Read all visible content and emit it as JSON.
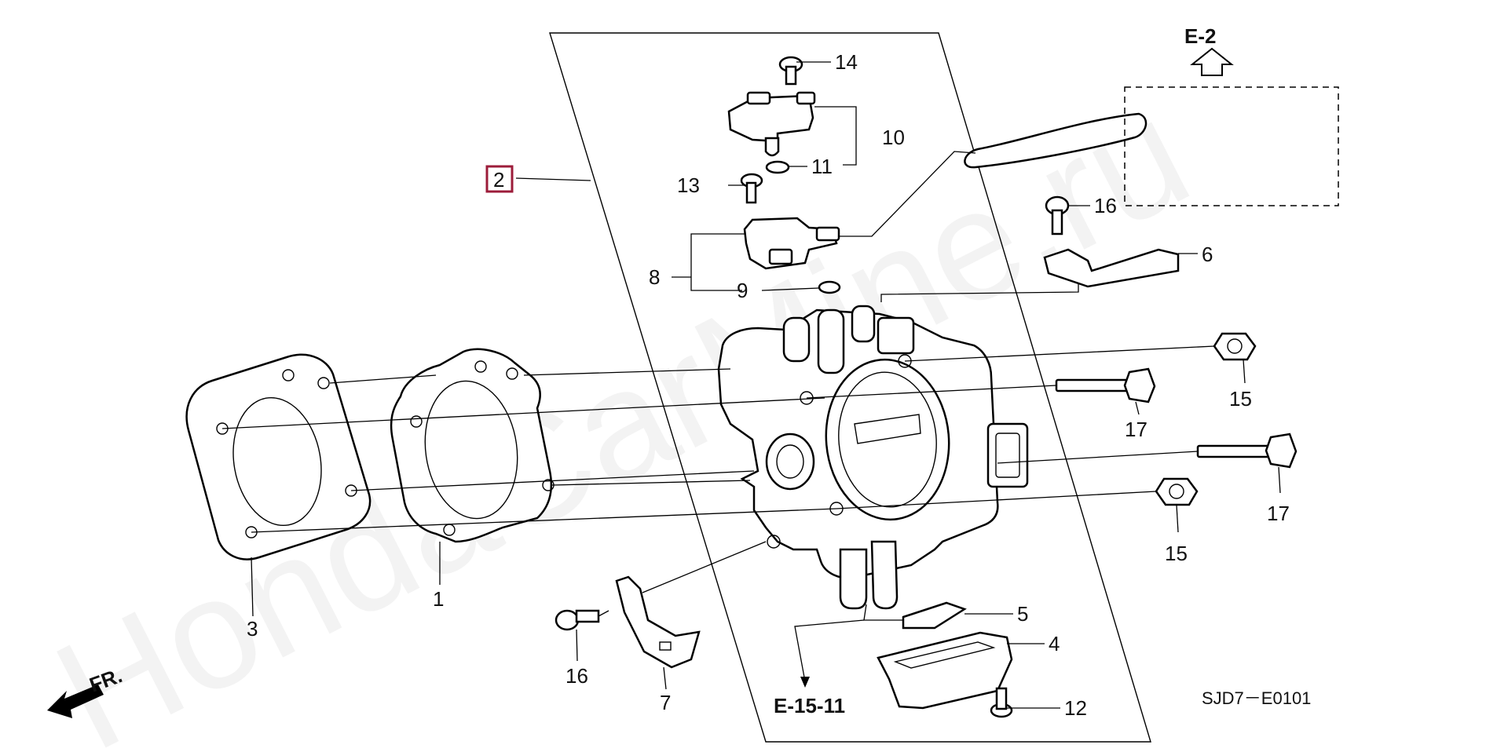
{
  "watermark": "HondaCarMine.ru",
  "diagram_code": "SJD7－E0101",
  "front_arrow_label": "FR.",
  "refs": {
    "top": "E-2",
    "bottom": "E-15-11"
  },
  "highlight_callout": {
    "label": "2",
    "color": "#9c1c3a"
  },
  "callouts": {
    "c1": "1",
    "c3": "3",
    "c4": "4",
    "c5": "5",
    "c6": "6",
    "c7": "7",
    "c8": "8",
    "c9": "9",
    "c10": "10",
    "c11": "11",
    "c12": "12",
    "c13": "13",
    "c14": "14",
    "c15a": "15",
    "c15b": "15",
    "c16a": "16",
    "c16b": "16",
    "c17a": "17",
    "c17b": "17"
  }
}
